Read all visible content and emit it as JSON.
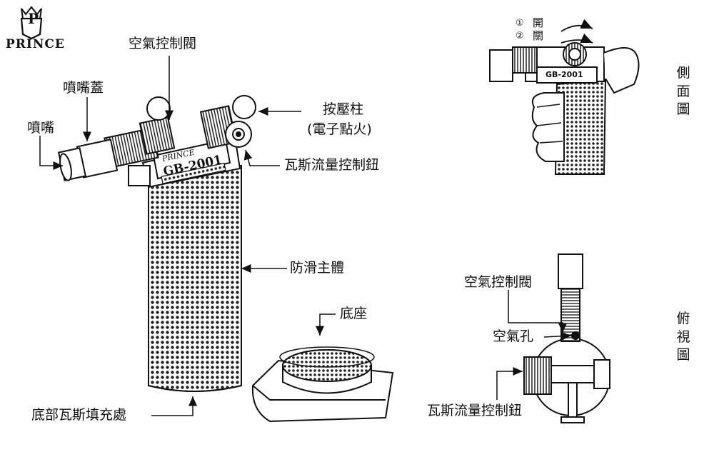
{
  "brand": {
    "name": "PRINCE",
    "logo_letter": "P"
  },
  "model": {
    "maker": "PRINCE",
    "number": "GB-2001",
    "side_small": "GB-2001"
  },
  "main_labels": {
    "air_valve": "空氣控制閥",
    "nozzle_cap": "噴嘴蓋",
    "nozzle": "噴嘴",
    "press_post_line1": "按壓柱",
    "press_post_line2": "(電子點火)",
    "gas_knob": "瓦斯流量控制鈕",
    "grip_body": "防滑主體",
    "base": "底座",
    "refill": "底部瓦斯填充處"
  },
  "side_view": {
    "title_chars": [
      "側",
      "面",
      "圖"
    ],
    "open_num": "①",
    "open_label": "開",
    "close_num": "②",
    "close_label": "關"
  },
  "top_view": {
    "title_chars": [
      "俯",
      "視",
      "圖"
    ],
    "air_valve": "空氣控制閥",
    "air_hole": "空氣孔",
    "gas_knob": "瓦斯流量控制鈕"
  }
}
